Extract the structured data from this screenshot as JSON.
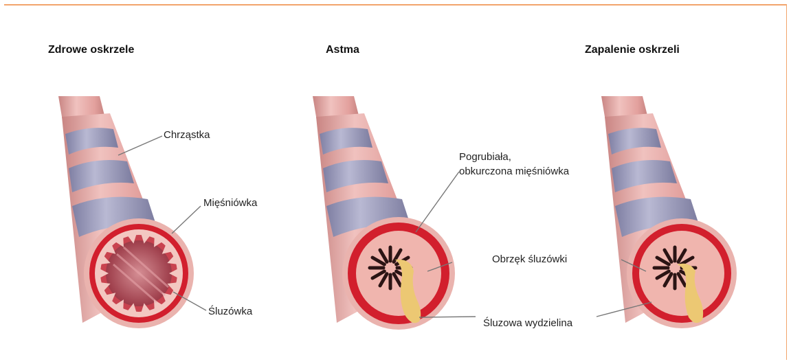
{
  "diagrams": [
    {
      "title": "Zdrowe oskrzele",
      "labels": {
        "cartilage": "Chrząstka",
        "muscle": "Mięśniówka",
        "mucosa": "Śluzówka"
      }
    },
    {
      "title": "Astma",
      "labels": {
        "thickened_muscle_line1": "Pogrubiała,",
        "thickened_muscle_line2": "obkurczona mięśniówka"
      }
    },
    {
      "title": "Zapalenie oskrzeli",
      "labels": {}
    }
  ],
  "shared_labels": {
    "mucosa_swelling": "Obrzęk śluzówki",
    "mucus_secretion": "Śluzowa wydzielina"
  },
  "colors": {
    "frame": "#f2a46b",
    "tube_pink": "#e7a7a4",
    "cartilage_ring": "#9c9cbc",
    "muscle_red": "#d21f2d",
    "mucosa_pink": "#f0b9b3",
    "mucus_yellow": "#ecc873",
    "leader_line": "#777777"
  }
}
